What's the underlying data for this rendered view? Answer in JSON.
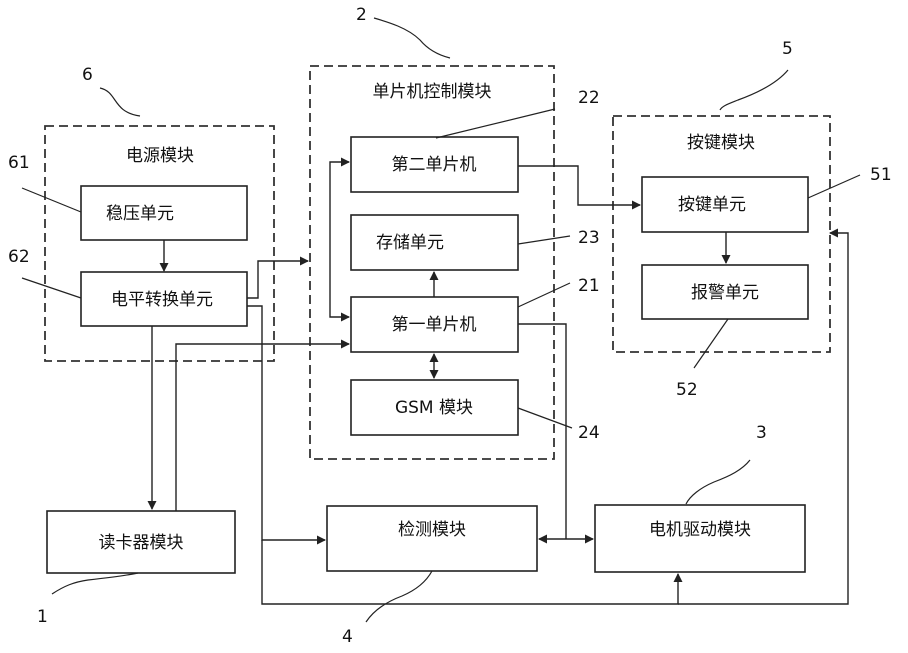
{
  "modules": {
    "card_reader": "读卡器模块",
    "power": "电源模块",
    "regulator": "稳压单元",
    "level_shift": "电平转换单元",
    "mcu_group": "单片机控制模块",
    "mcu2": "第二单片机",
    "storage": "存储单元",
    "mcu1": "第一单片机",
    "gsm": "GSM 模块",
    "key_module": "按键模块",
    "key_unit": "按键单元",
    "alarm": "报警单元",
    "detect": "检测模块",
    "motor": "电机驱动模块"
  },
  "refs": {
    "r1": "1",
    "r2": "2",
    "r3": "3",
    "r4": "4",
    "r5": "5",
    "r6": "6",
    "r21": "21",
    "r22": "22",
    "r23": "23",
    "r24": "24",
    "r51": "51",
    "r52": "52",
    "r61": "61",
    "r62": "62"
  }
}
